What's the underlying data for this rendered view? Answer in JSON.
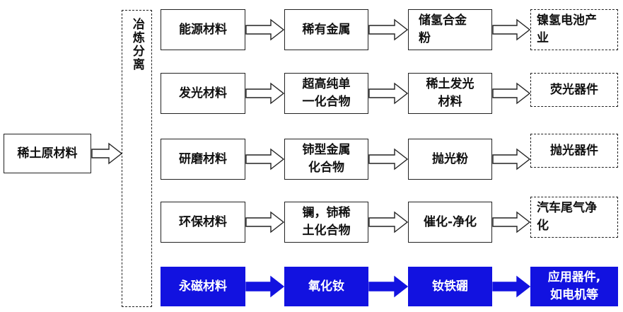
{
  "source": {
    "label": "稀土原材料"
  },
  "process": {
    "label": "冶炼分离"
  },
  "rows": [
    {
      "material": "能源材料",
      "step1": [
        "稀有金属"
      ],
      "step2": [
        "储氢合金",
        "粉"
      ],
      "application": [
        "镍氢电池产",
        "业"
      ],
      "highlight": false
    },
    {
      "material": "发光材料",
      "step1": [
        "超高纯单",
        "一化合物"
      ],
      "step2": [
        "稀土发光",
        "材料"
      ],
      "application": [
        "荧光器件"
      ],
      "highlight": false
    },
    {
      "material": "研磨材料",
      "step1": [
        "铈型金属",
        "化合物"
      ],
      "step2": [
        "抛光粉"
      ],
      "application": [
        "抛光器件"
      ],
      "highlight": false
    },
    {
      "material": "环保材料",
      "step1": [
        "镧，铈稀",
        "土化合物"
      ],
      "step2": [
        "催化-净化"
      ],
      "application": [
        "汽车尾气净",
        "化"
      ],
      "highlight": false
    },
    {
      "material": "永磁材料",
      "step1": [
        "氧化钕"
      ],
      "step2": [
        "钕铁硼"
      ],
      "application": [
        "应用器件,",
        "如电机等"
      ],
      "highlight": true
    }
  ],
  "colors": {
    "highlight_fill": "#1212e0",
    "border": "#222222",
    "arrow_fill": "#ffffff"
  }
}
